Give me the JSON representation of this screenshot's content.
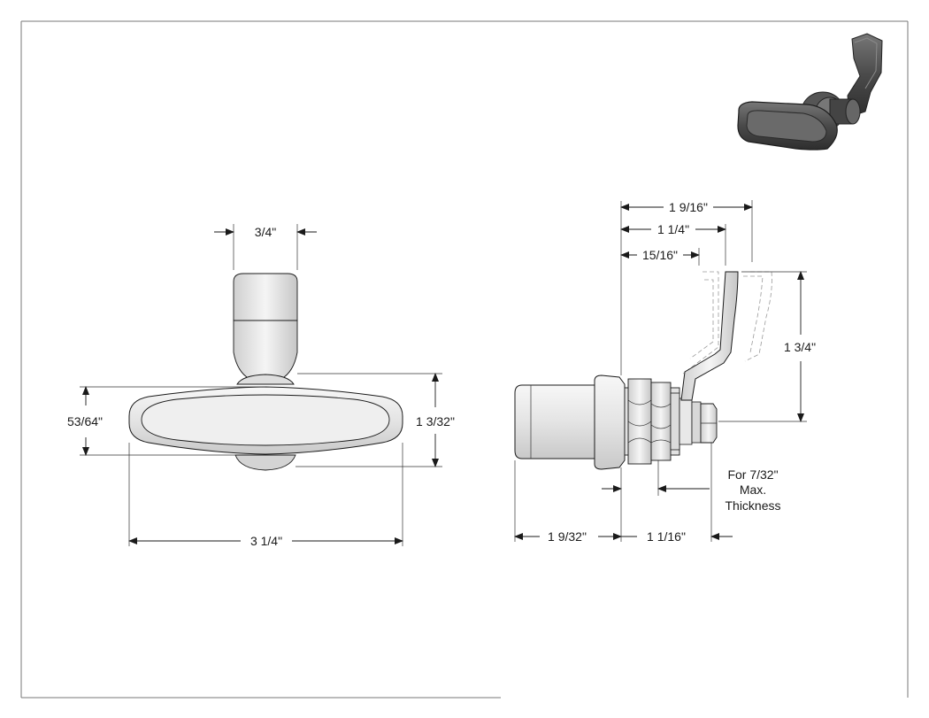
{
  "colors": {
    "line": "#1a1a1a",
    "metal_light": "#f2f2f2",
    "metal_mid": "#d9d9d9",
    "metal_dark": "#b5b5b5",
    "render_dark": "#4a4a4a",
    "phantom": "#9a9a9a"
  },
  "icons": {
    "thumbnail": "latch-3d-render-icon"
  },
  "front_view": {
    "width_handle": "3/4\"",
    "height_grip": "53/64\"",
    "height_overall": "1 3/32\"",
    "width_overall": "3 1/4\""
  },
  "side_view": {
    "dim_1_9_16": "1 9/16\"",
    "dim_1_1_4": "1 1/4\"",
    "dim_15_16": "15/16\"",
    "dim_1_3_4": "1 3/4\"",
    "dim_1_9_32": "1 9/32\"",
    "dim_1_1_16": "1 1/16\"",
    "note_line1": "For 7/32\"",
    "note_line2": "Max.",
    "note_line3": "Thickness"
  }
}
